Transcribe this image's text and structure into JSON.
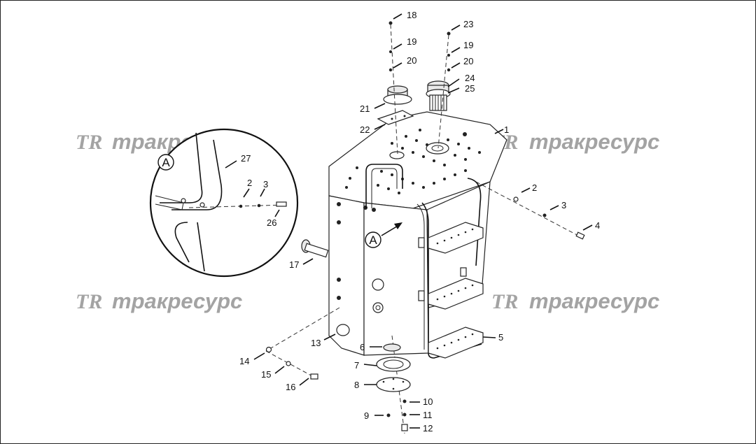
{
  "diagram": {
    "detail_label": "A",
    "watermark": {
      "logo": "TR",
      "text": "тракресурс"
    },
    "callouts": [
      "1",
      "2",
      "3",
      "4",
      "5",
      "6",
      "7",
      "8",
      "9",
      "10",
      "11",
      "12",
      "13",
      "14",
      "15",
      "16",
      "17",
      "18",
      "19",
      "20",
      "21",
      "22",
      "23",
      "24",
      "25",
      "26",
      "27"
    ],
    "detail_callouts": [
      "27",
      "2",
      "3",
      "26"
    ],
    "top_left_stack": [
      "18",
      "19",
      "20"
    ],
    "top_right_stack": [
      "23",
      "19",
      "20"
    ],
    "right_stack": [
      "2",
      "3",
      "4"
    ]
  }
}
